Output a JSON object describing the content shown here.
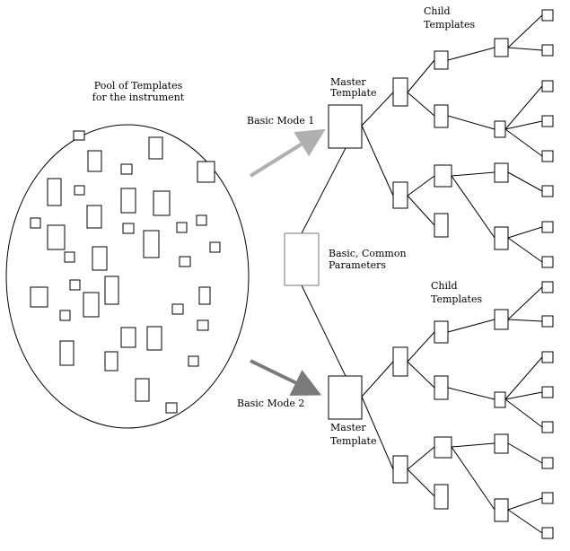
{
  "labels": {
    "pool_line1": "Pool of Templates",
    "pool_line2": "for the instrument",
    "mode1": "Basic Mode 1",
    "mode2": "Basic Mode 2",
    "master_top_line1": "Master",
    "master_top_line2": "Template",
    "master_bottom_line1": "Master",
    "master_bottom_line2": "Template",
    "common_line1": "Basic, Common",
    "common_line2": "Parameters",
    "child_top_line1": "Child",
    "child_top_line2": "Templates",
    "child_bottom_line1": "Child",
    "child_bottom_line2": "Templates"
  },
  "colors": {
    "arrow_mode1": "#b0b0b0",
    "arrow_mode2": "#7a7a7a",
    "common_box_stroke": "#777777",
    "line": "#000000"
  }
}
